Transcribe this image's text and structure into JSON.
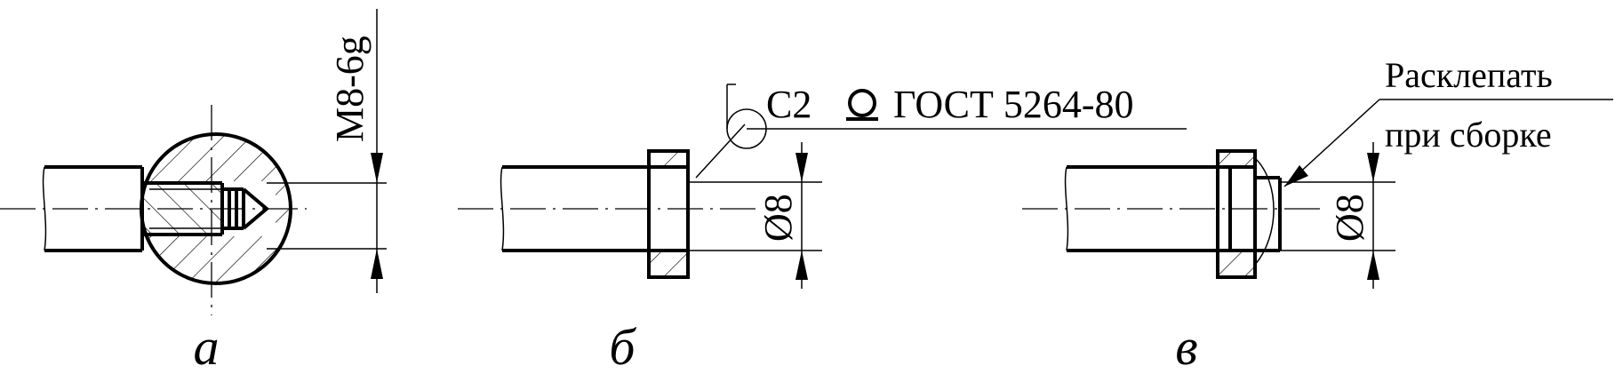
{
  "views": [
    {
      "id": "a",
      "caption": "а",
      "dimension": "M8-6g"
    },
    {
      "id": "b",
      "caption": "б",
      "dimension": "Ø8",
      "weld_note": {
        "prefix": "C2",
        "symbol": "○",
        "standard": "ГОСТ 5264-80"
      }
    },
    {
      "id": "v",
      "caption": "в",
      "dimension": "Ø8",
      "note_line1": "Расклепать",
      "note_line2": "при сборке"
    }
  ],
  "colors": {
    "line": "#000000",
    "background": "#ffffff"
  }
}
